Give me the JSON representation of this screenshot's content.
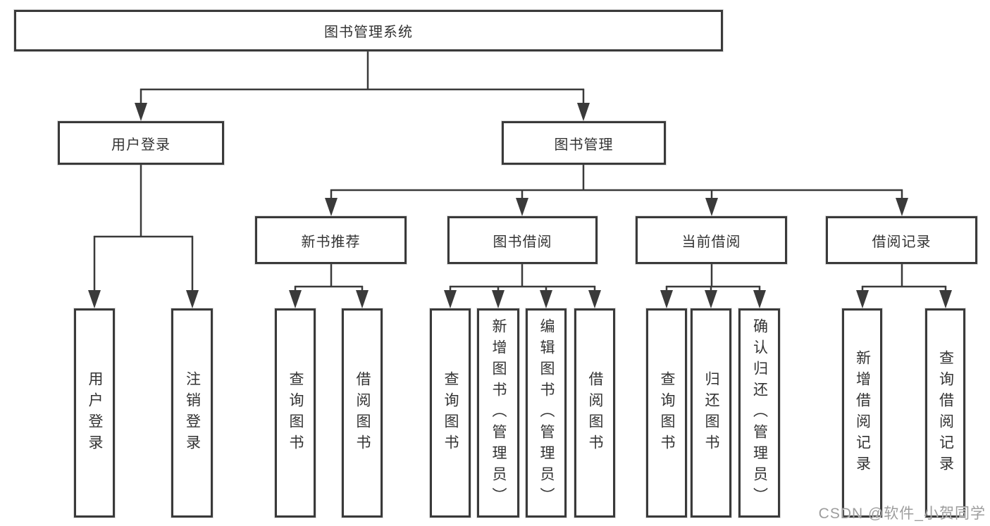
{
  "diagram": {
    "root": {
      "label": "图书管理系统"
    },
    "branches": [
      {
        "id": "user-login",
        "label": "用户登录"
      },
      {
        "id": "book-management",
        "label": "图书管理"
      }
    ],
    "modules": [
      {
        "id": "new-book-recommend",
        "label": "新书推荐"
      },
      {
        "id": "book-borrowing",
        "label": "图书借阅"
      },
      {
        "id": "current-borrowing",
        "label": "当前借阅"
      },
      {
        "id": "borrowing-records",
        "label": "借阅记录"
      }
    ],
    "leaves": [
      {
        "id": "user-login-action",
        "label": "用户登录"
      },
      {
        "id": "logout-action",
        "label": "注销登录"
      },
      {
        "id": "query-books-recommend",
        "label": "查询图书"
      },
      {
        "id": "borrow-books-recommend",
        "label": "借阅图书"
      },
      {
        "id": "query-books-borrowing",
        "label": "查询图书"
      },
      {
        "id": "add-books-admin",
        "label": "新增图书（管理员）"
      },
      {
        "id": "edit-books-admin",
        "label": "编辑图书（管理员）"
      },
      {
        "id": "borrow-books-borrowing",
        "label": "借阅图书"
      },
      {
        "id": "query-books-current",
        "label": "查询图书"
      },
      {
        "id": "return-books",
        "label": "归还图书"
      },
      {
        "id": "confirm-return-admin",
        "label": "确认归还（管理员）"
      },
      {
        "id": "add-borrow-record",
        "label": "新增借阅记录"
      },
      {
        "id": "query-borrow-record",
        "label": "查询借阅记录"
      }
    ]
  },
  "watermark": {
    "text": "CSDN @软件_小贺同学"
  },
  "colors": {
    "line": "#3a3a3a",
    "border": "#3a3a3a",
    "text": "#333333",
    "watermark": "#9d9d9d",
    "background": "#ffffff"
  }
}
